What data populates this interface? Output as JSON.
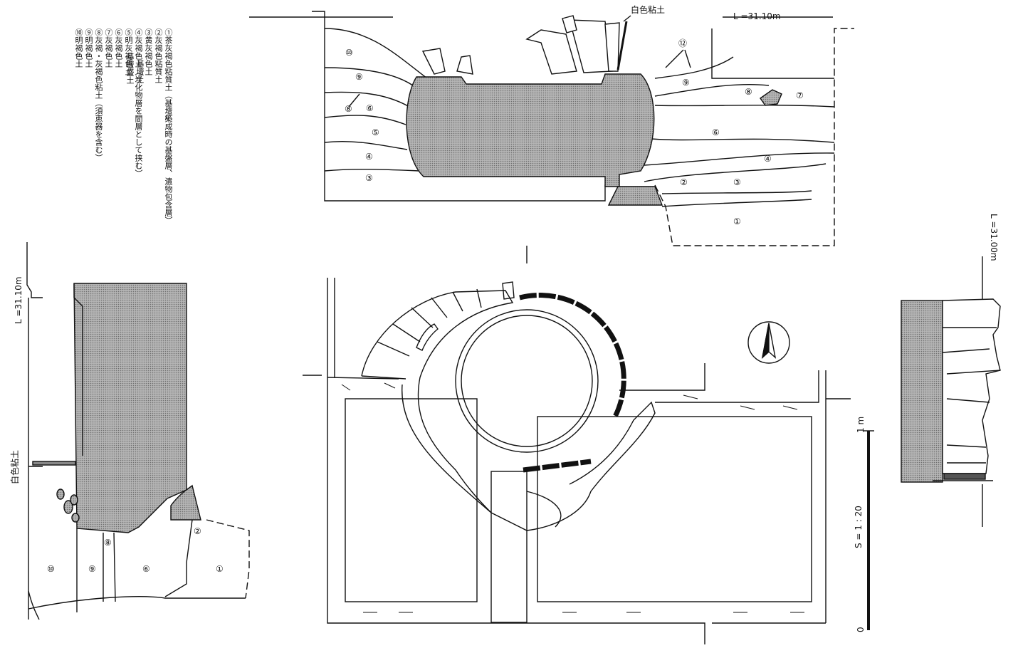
{
  "labels": {
    "white_clay_top": "白色粘土",
    "white_clay_left": "白色粘土",
    "level_top": "L =31.10m",
    "level_left": "L =31.10m",
    "level_right": "L =31.00m",
    "scale": "S = 1 : 20",
    "scale_one": "1 m",
    "scale_zero": "0",
    "n_fill": "〃"
  },
  "legend": {
    "items": [
      "①茶灰褐色粘質土（基壇築成時の基盤層、遺物包含層）",
      "②灰褐色粘質土",
      "③黄灰褐色土",
      "④灰褐色土（炭化物層を間層として挟む）",
      "⑤明灰褐色土",
      "⑥灰褐色土",
      "⑦灰褐色土",
      "⑧灰褐・灰褐色粘土（須恵器を含む）",
      "⑨明褐色土",
      "⑩明褐色土"
    ],
    "bracket_a": "基壇盛土",
    "bracket_b": "基壇土"
  },
  "layer_numbers": {
    "top": [
      "⑩",
      "⑨",
      "⑧",
      "⑥",
      "⑤",
      "④",
      "③",
      "⑨",
      "⑧",
      "⑦",
      "⑥",
      "④",
      "②",
      "③",
      "①",
      "⑫"
    ],
    "left": [
      "⑩",
      "⑨",
      "⑧",
      "⑥",
      "②",
      "①"
    ]
  },
  "colors": {
    "ink": "#111111",
    "shade": "#9a9a9a",
    "paper": "#ffffff"
  }
}
